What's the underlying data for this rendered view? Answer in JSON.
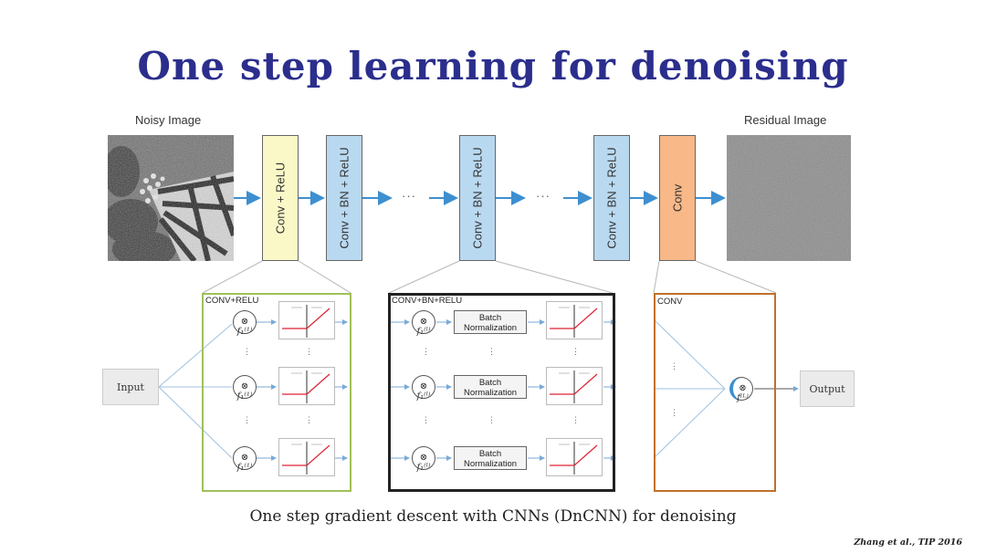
{
  "title": "One step learning for denoising",
  "top_row": {
    "input_caption": "Noisy Image",
    "output_caption": "Residual Image",
    "layers": [
      "Conv + ReLU",
      "Conv + BN + ReLU",
      "Conv + BN + ReLU",
      "Conv + BN + ReLU",
      "Conv"
    ],
    "ellipsis": "···",
    "colors": {
      "first_layer": "#fbf8c8",
      "middle_layer": "#b9d9f0",
      "last_layer": "#f8b888",
      "arrow": "#3d8fd0"
    }
  },
  "detail": {
    "relu_box_label": "CONV+RELU",
    "bn_box_label": "CONV+BN+RELU",
    "conv_box_label": "CONV",
    "input_label": "Input",
    "output_label": "Output",
    "bn_text_line1": "Batch",
    "bn_text_line2": "Normalization",
    "vertical_dots": "⋮",
    "neurons": {
      "relu": [
        "⊗ f₁⁽¹⁾",
        "⊗ f₁⁽¹⁾",
        "⊗ f₁⁽¹⁾"
      ],
      "bn": [
        "⊗ f₁⁽ˡ⁾",
        "⊗ f₁⁽ˡ⁾",
        "⊗ f₁⁽ˡ⁾"
      ],
      "conv": "⊗ f⁽ᴸ⁾"
    },
    "colors": {
      "relu_border": "#a0c05a",
      "bn_border": "#222222",
      "conv_border": "#c0702a"
    }
  },
  "caption": "One step gradient descent with CNNs (DnCNN) for denoising",
  "citation": "Zhang et al., TIP 2016"
}
